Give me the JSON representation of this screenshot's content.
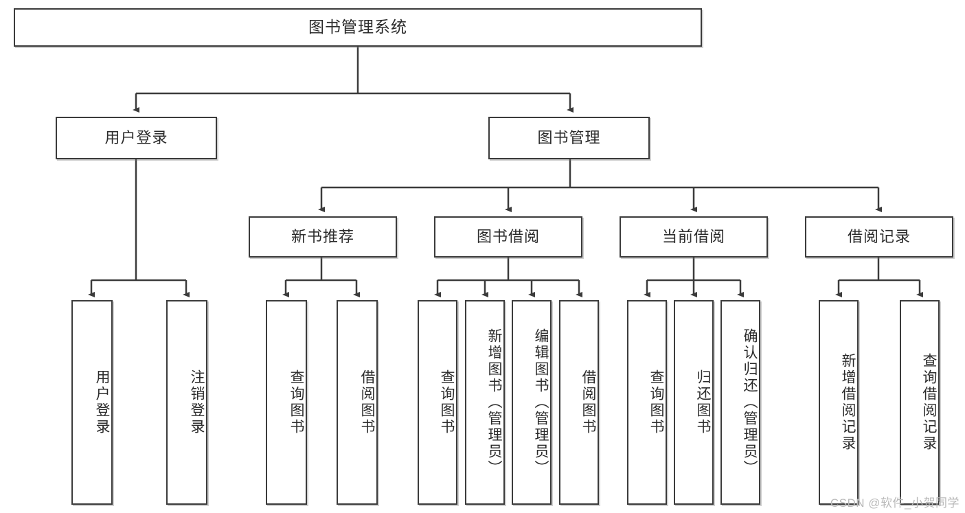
{
  "diagram": {
    "title": "图书管理系统",
    "type": "功能结构图",
    "root": {
      "id": "root",
      "label": "图书管理系统"
    },
    "level2": [
      {
        "id": "user-login",
        "label": "用户登录"
      },
      {
        "id": "book-manage",
        "label": "图书管理"
      }
    ],
    "level3": [
      {
        "id": "new-book-recommend",
        "label": "新书推荐",
        "parent": "book-manage"
      },
      {
        "id": "book-borrow",
        "label": "图书借阅",
        "parent": "book-manage"
      },
      {
        "id": "current-borrow",
        "label": "当前借阅",
        "parent": "book-manage"
      },
      {
        "id": "borrow-record",
        "label": "借阅记录",
        "parent": "book-manage"
      }
    ],
    "leaves": [
      {
        "id": "leaf-user-login",
        "label": "用户登录",
        "parent": "user-login"
      },
      {
        "id": "leaf-user-logout",
        "label": "注销登录",
        "parent": "user-login"
      },
      {
        "id": "leaf-rec-query-book",
        "label": "查询图书",
        "parent": "new-book-recommend"
      },
      {
        "id": "leaf-rec-borrow-book",
        "label": "借阅图书",
        "parent": "new-book-recommend"
      },
      {
        "id": "leaf-bb-query-book",
        "label": "查询图书",
        "parent": "book-borrow"
      },
      {
        "id": "leaf-bb-add-book",
        "label": "新增图书（管理员）",
        "parent": "book-borrow"
      },
      {
        "id": "leaf-bb-edit-book",
        "label": "编辑图书（管理员）",
        "parent": "book-borrow"
      },
      {
        "id": "leaf-bb-borrow-book",
        "label": "借阅图书",
        "parent": "book-borrow"
      },
      {
        "id": "leaf-cb-query-book",
        "label": "查询图书",
        "parent": "current-borrow"
      },
      {
        "id": "leaf-cb-return-book",
        "label": "归还图书",
        "parent": "current-borrow"
      },
      {
        "id": "leaf-cb-confirm-return",
        "label": "确认归还（管理员）",
        "parent": "current-borrow"
      },
      {
        "id": "leaf-br-add-record",
        "label": "新增借阅记录",
        "parent": "borrow-record"
      },
      {
        "id": "leaf-br-query-record",
        "label": "查询借阅记录",
        "parent": "borrow-record"
      }
    ]
  },
  "watermark": {
    "text": "CSDN @软件_小贺同学"
  },
  "colors": {
    "box_border": "#3b3b3b",
    "box_fill": "#ffffff",
    "text": "#2b2b2b",
    "line": "#3b3b3b",
    "watermark": "#b9b9b9",
    "background": "#ffffff"
  }
}
